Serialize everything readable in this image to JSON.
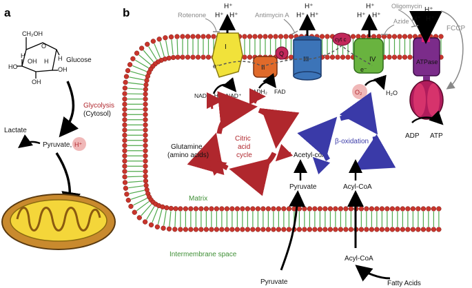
{
  "panels": {
    "a": "a",
    "b": "b"
  },
  "panel_a": {
    "glucose_label": "Glucose",
    "glucose_struct": {
      "ch2oh": "CH₂OH",
      "O": "O",
      "H": "H",
      "OH": "OH",
      "HO": "HO"
    },
    "glycolysis": "Glycolysis",
    "cytosol": "(Cytosol)",
    "pyruvate": "Pyruvate,",
    "h_plus": "H⁺",
    "lactate": "Lactate"
  },
  "panel_b": {
    "inhibitors": {
      "rotenone": "Rotenone",
      "antimycin": "Antimycin A",
      "oligomycin": "Oligomycin",
      "azide": "Azide",
      "fccp": "FCCP"
    },
    "complexes": {
      "I": "I",
      "II": "II",
      "III": "III",
      "IV": "IV",
      "Q": "Q",
      "cytc": "cyt c",
      "atpase": "ATPase"
    },
    "hplus": "H⁺",
    "electron": "e⁻",
    "nadh": "NADH, H⁺",
    "nad": "NAD⁺",
    "fadh2": "FADH₂",
    "fad": "FAD",
    "o2": "O₂",
    "h2o": "H₂O",
    "adp": "ADP",
    "atp": "ATP",
    "tca": [
      "Citric",
      "acid",
      "cycle"
    ],
    "glutamine": [
      "Glutamine",
      "(amino acids)"
    ],
    "acetyl_coa": "Acetyl-coA",
    "beta_ox": "β-oxidation",
    "pyruvate_inner": "Pyruvate",
    "acyl_coa_inner": "Acyl-CoA",
    "matrix": "Matrix",
    "intermembrane": "Intermembrane space",
    "pyruvate_bottom": "Pyruvate",
    "acyl_coa_bottom": "Acyl-CoA",
    "fatty_acids": "Fatty Acids"
  },
  "colors": {
    "membrane_head": "#c8352c",
    "lipid_tail": "#4ea84a",
    "complex_I": "#f1e23a",
    "complex_II": "#e06a2a",
    "complex_III": "#3c74b8",
    "complex_IV": "#69b33f",
    "atpase": "#7b2c8a",
    "q_cytc": "#c2285a",
    "tca_arrows": "#b0272d",
    "beta_arrows": "#3a3aa8",
    "mito_outer": "#c98a2e",
    "mito_inner": "#f4d63a"
  }
}
